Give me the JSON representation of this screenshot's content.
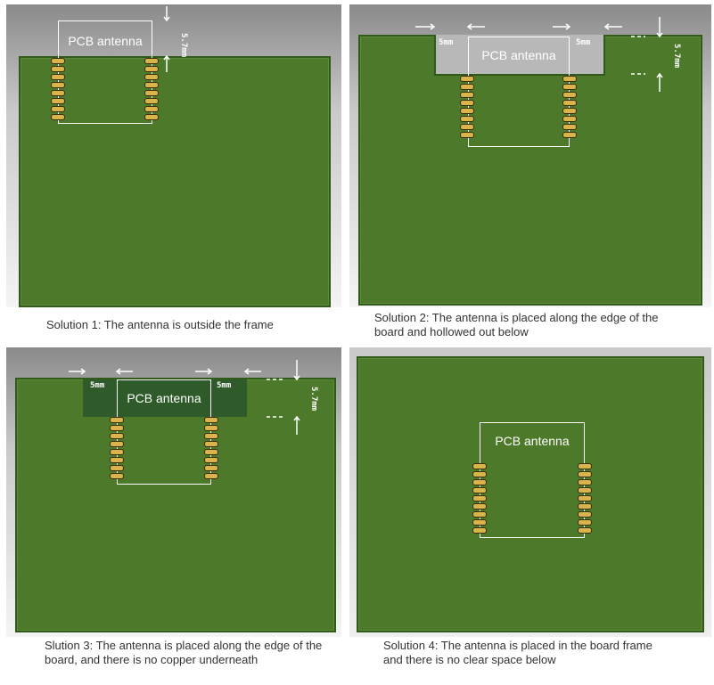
{
  "panels": {
    "p1": {
      "antenna_label": "PCB antenna",
      "dim_vertical": "5.7mm",
      "caption": "Solution 1: The antenna is outside the frame"
    },
    "p2": {
      "antenna_label": "PCB antenna",
      "dim_left": "5mm",
      "dim_right": "5mm",
      "dim_vertical": "5.7mm",
      "caption": "Solution 2: The antenna is placed along the edge of the board and hollowed out below"
    },
    "p3": {
      "antenna_label": "PCB antenna",
      "dim_left": "5mm",
      "dim_right": "5mm",
      "dim_vertical": "5.7mm",
      "caption": "Slution 3: The antenna is placed along the edge of the board, and there is no copper underneath"
    },
    "p4": {
      "antenna_label": "PCB antenna",
      "caption": "Solution 4: The antenna is placed in the board frame and there is no clear space below"
    }
  },
  "colors": {
    "board": "#4d7a2a",
    "board_edge": "#2f5a1a",
    "pad": "#d8b44a",
    "no_copper": "#2f5a2a"
  }
}
